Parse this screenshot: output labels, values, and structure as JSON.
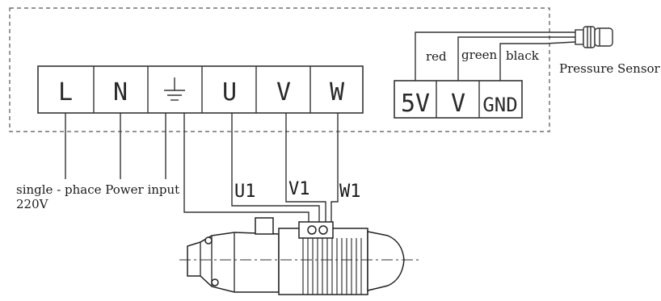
{
  "power_terminals": [
    "L",
    "N",
    "",
    "U",
    "V",
    "W"
  ],
  "ground_symbol": "ground-symbol",
  "sensor_terminals": [
    "5V",
    "V",
    "GND"
  ],
  "sensor_wires": [
    "red",
    "green",
    "black"
  ],
  "sensor_label": "Pressure Sensor",
  "motor_wires": [
    "U1",
    "V1",
    "W1"
  ],
  "power_input_label_line1": "single - phace Power input",
  "power_input_label_line2": "220V",
  "colors": {
    "line": "#333333",
    "background": "#ffffff"
  }
}
